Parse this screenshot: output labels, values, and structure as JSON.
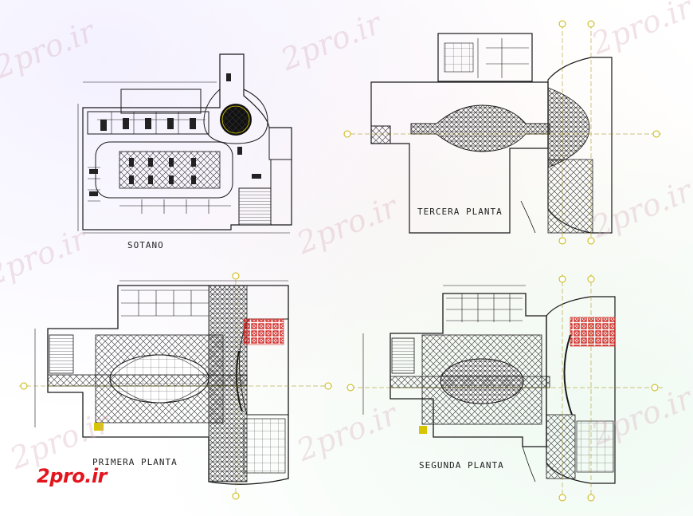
{
  "labels": {
    "sotano": "SOTANO",
    "tercera": "TERCERA PLANTA",
    "primera": "PRIMERA PLANTA",
    "segunda": "SEGUNDA PLANTA"
  },
  "logo": "2pro.ir",
  "watermark_text": "2pro.ir",
  "colors": {
    "line": "#1a1a1a",
    "grid_marker": "#d8c400",
    "seating": "#d3201c",
    "logo": "#e2141c"
  }
}
